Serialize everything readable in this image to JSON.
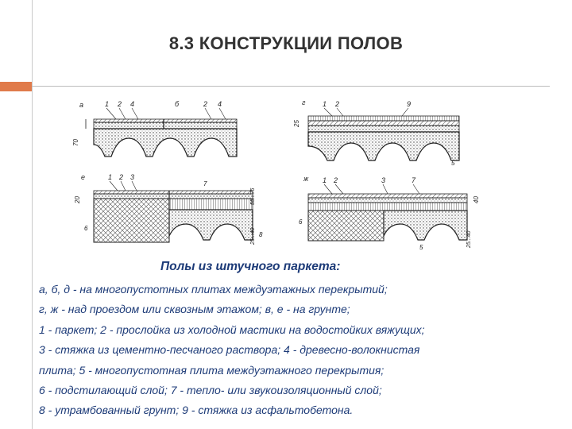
{
  "slide": {
    "title": "8.3 КОНСТРУКЦИИ ПОЛОВ",
    "accent_color": "#e07b4b",
    "text_color": "#1d3b78"
  },
  "figure": {
    "panels": [
      {
        "letter": "а",
        "numbers": [
          "1",
          "2",
          "4"
        ],
        "dims": [
          "70"
        ]
      },
      {
        "letter": "б",
        "numbers": [
          "2",
          "4"
        ]
      },
      {
        "letter": "г",
        "numbers": [
          "1",
          "2",
          "9"
        ],
        "dims": [
          "25"
        ],
        "callouts": [
          "5"
        ]
      },
      {
        "letter": "е",
        "numbers": [
          "1",
          "2",
          "3"
        ],
        "dims": [
          "20",
          "55...75",
          "25...40"
        ],
        "callouts": [
          "6",
          "7",
          "8"
        ]
      },
      {
        "letter": "ж",
        "numbers": [
          "1",
          "2",
          "3",
          "7"
        ],
        "dims": [
          "40",
          "25...40"
        ],
        "callouts": [
          "6",
          "5"
        ]
      }
    ]
  },
  "caption": "Полы из штучного паркета:",
  "legend_lines": [
    "а, б, д - на многопустотных плитах междуэтажных перекрытий;",
    "г, ж - над проездом или сквозным этажом; в, е - на грунте;",
    "1 - паркет; 2 - прослойка из холодной мастики на водостойких вяжущих;",
    "3 - стяжка из цементно-песчаного раствора; 4 - древесно-волокнистая",
    "плита; 5 - многопустотная плита междуэтажного перекрытия;",
    "6 - подстилающий слой; 7 - тепло- или звукоизоляционный слой;",
    "8 - утрамбованный грунт; 9 - стяжка из асфальтобетона."
  ]
}
